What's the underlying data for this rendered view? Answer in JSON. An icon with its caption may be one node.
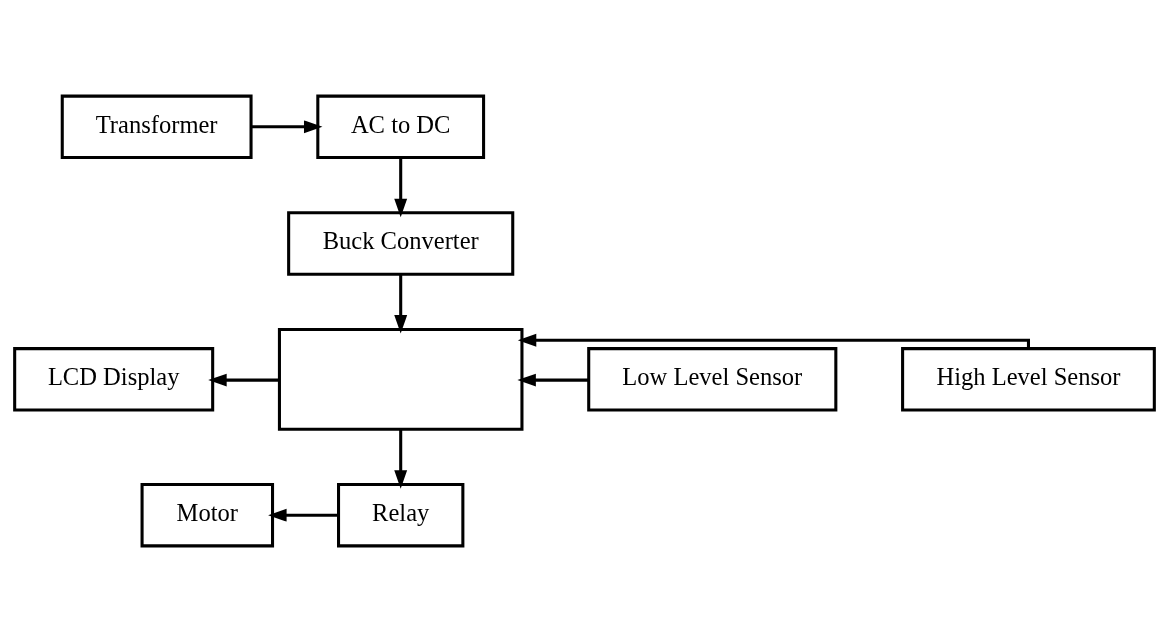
{
  "diagram": {
    "nodes": [
      {
        "text": [
          "Transformer"
        ]
      },
      {
        "text": [
          "AC to DC"
        ]
      },
      {
        "text": [
          "Buck Converter"
        ]
      },
      {
        "text": [
          "High Level Sensor"
        ]
      },
      {
        "text": [
          "LCD Display"
        ]
      },
      {
        "text": [],
        "shape": "box"
      },
      {
        "text": [
          "Low Level Sensor"
        ]
      },
      {
        "text": [
          "Motor"
        ]
      },
      {
        "text": [
          "Relay"
        ]
      }
    ],
    "edges": [
      {
        "from": 0,
        "to": 1,
        "arrow": "to"
      },
      {
        "from": 1,
        "to": 2,
        "arrow": "to"
      },
      {
        "from": 2,
        "to": 5,
        "arrow": "to"
      },
      {
        "from": 3,
        "to": 5,
        "arrow": "to"
      },
      {
        "from": 6,
        "to": 5,
        "arrow": "to"
      },
      {
        "from": 5,
        "to": 4,
        "arrow": "to"
      },
      {
        "from": 5,
        "to": 8,
        "arrow": "to"
      },
      {
        "from": 8,
        "to": 7,
        "arrow": "to"
      }
    ]
  }
}
